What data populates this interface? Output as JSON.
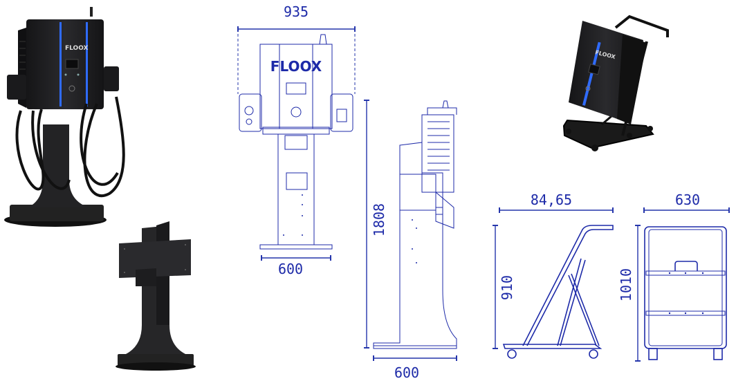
{
  "brand": {
    "logo_text": "FLOOX",
    "accent_color": "#1d2aa8",
    "led_color": "#2f6bff",
    "body_color": "#1e1e20"
  },
  "dimensions": {
    "front_width": "935",
    "front_base_width": "600",
    "side_height": "1808",
    "side_base_width": "600",
    "cart_width": "84,65",
    "cart_height": "910",
    "cart_front_width": "630",
    "cart_front_height": "1010"
  }
}
